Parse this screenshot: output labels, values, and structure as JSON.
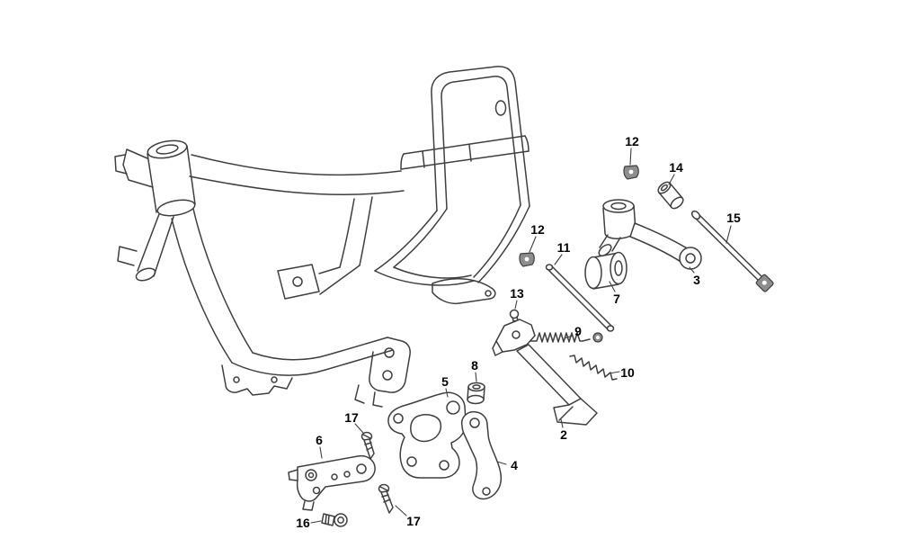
{
  "diagram": {
    "type": "exploded-parts-diagram",
    "subject": "frame body and stand assembly line drawing with numbered callouts",
    "colors": {
      "background": "#ffffff",
      "line": "#3f3f3f",
      "label": "#000000"
    },
    "labels": [
      {
        "id": "12-top",
        "text": "12"
      },
      {
        "id": "14",
        "text": "14"
      },
      {
        "id": "15",
        "text": "15"
      },
      {
        "id": "12-mid",
        "text": "12"
      },
      {
        "id": "11",
        "text": "11"
      },
      {
        "id": "7",
        "text": "7"
      },
      {
        "id": "3",
        "text": "3"
      },
      {
        "id": "13",
        "text": "13"
      },
      {
        "id": "9",
        "text": "9"
      },
      {
        "id": "10",
        "text": "10"
      },
      {
        "id": "2",
        "text": "2"
      },
      {
        "id": "8",
        "text": "8"
      },
      {
        "id": "5",
        "text": "5"
      },
      {
        "id": "4",
        "text": "4"
      },
      {
        "id": "6",
        "text": "6"
      },
      {
        "id": "17-upper",
        "text": "17"
      },
      {
        "id": "17-lower",
        "text": "17"
      },
      {
        "id": "16",
        "text": "16"
      }
    ]
  }
}
